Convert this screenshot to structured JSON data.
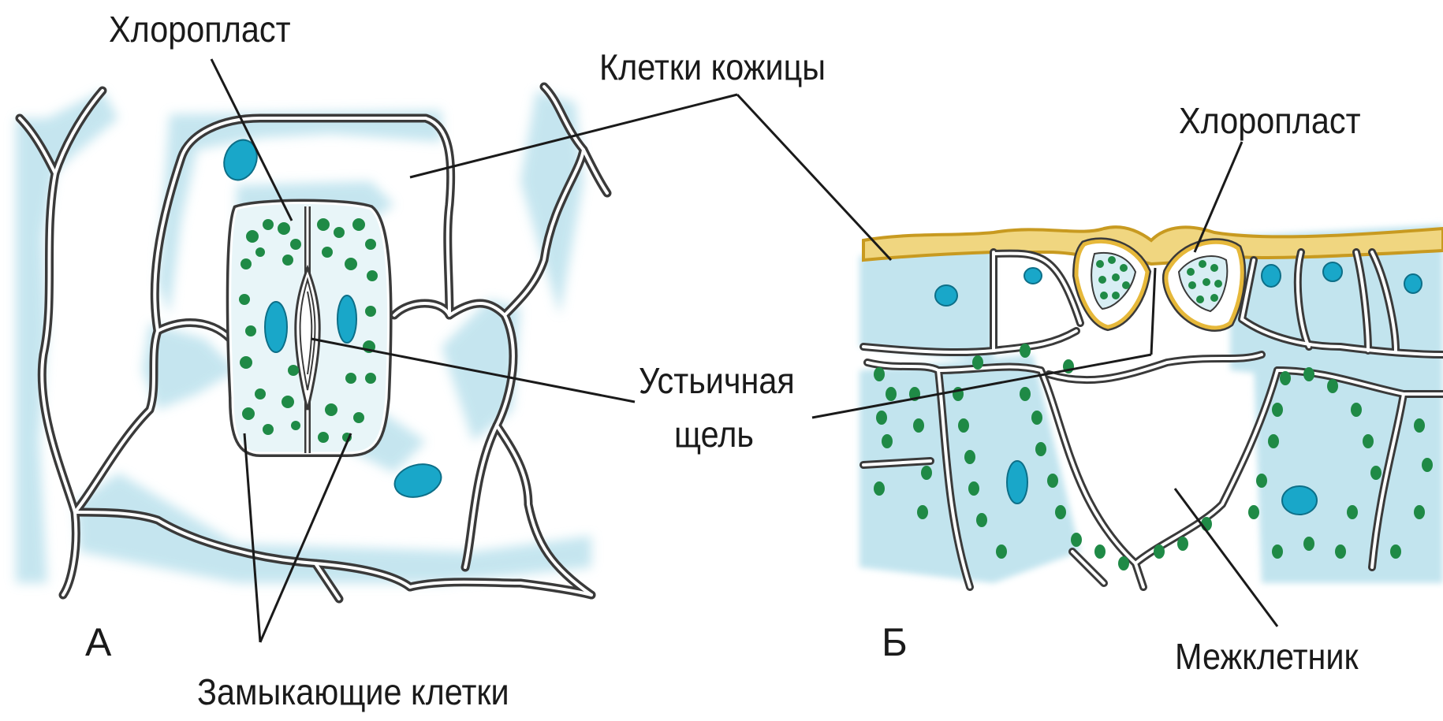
{
  "labels": {
    "chloroplast_a": "Хлоропласт",
    "epidermis_cells": "Клетки кожицы",
    "chloroplast_b": "Хлоропласт",
    "stomatal_slit_line1": "Устьичная",
    "stomatal_slit_line2": "щель",
    "guard_cells": "Замыкающие клетки",
    "intercellular_space": "Межклетник"
  },
  "panels": {
    "a": "А",
    "b": "Б"
  },
  "colors": {
    "cell_tint": "#bfe3ee",
    "cell_tint_dark": "#7cc8de",
    "nucleus": "#19a7c9",
    "chloroplast": "#1f8a46",
    "cuticle": "#e8c25a",
    "wall": "#3a3a3a"
  }
}
